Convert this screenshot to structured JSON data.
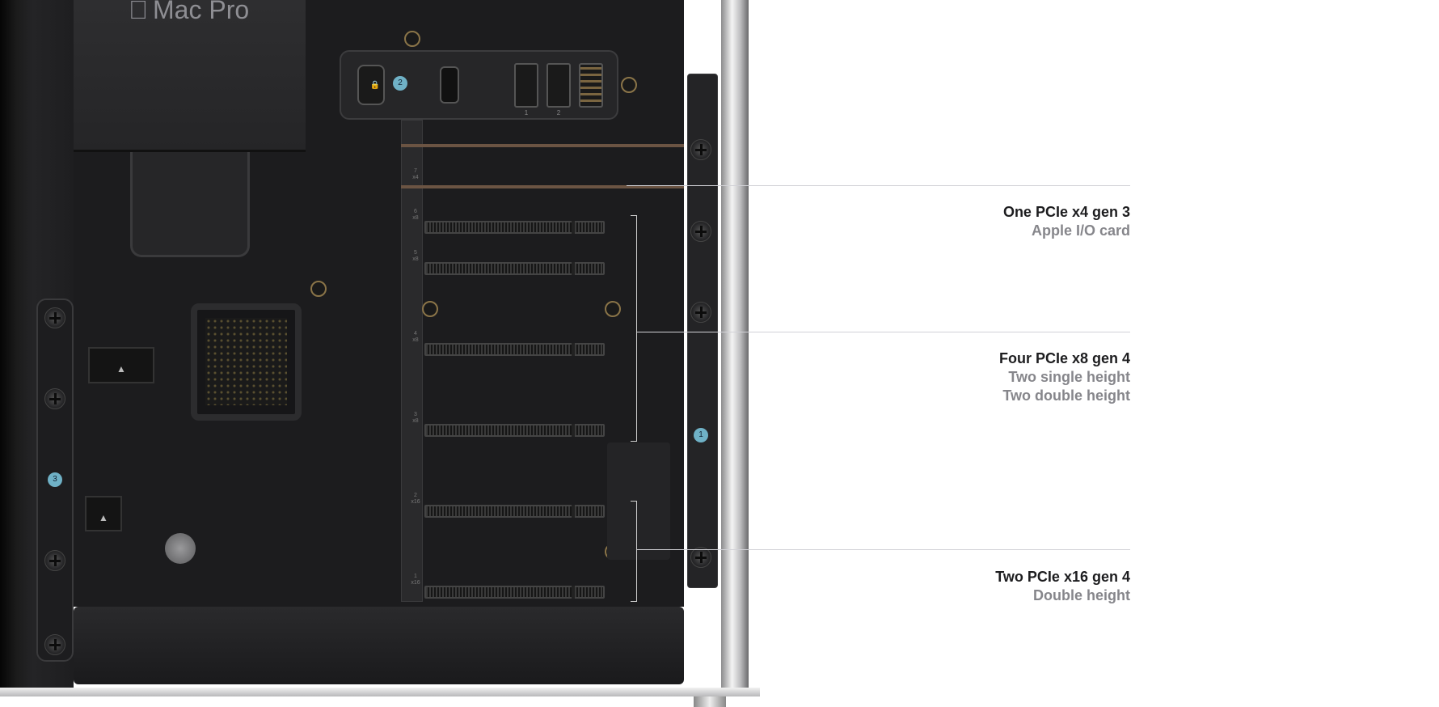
{
  "product": {
    "logo_text": "Mac Pro"
  },
  "badges": [
    "1",
    "2",
    "3"
  ],
  "io_panel": {
    "port_labels": [
      "1",
      "2"
    ]
  },
  "slots": [
    {
      "number": "7",
      "lanes": "x4"
    },
    {
      "number": "6",
      "lanes": "x8"
    },
    {
      "number": "5",
      "lanes": "x8"
    },
    {
      "number": "4",
      "lanes": "x8"
    },
    {
      "number": "3",
      "lanes": "x8"
    },
    {
      "number": "2",
      "lanes": "x16"
    },
    {
      "number": "1",
      "lanes": "x16"
    }
  ],
  "callouts": [
    {
      "title": "One PCIe x4 gen 3",
      "lines": [
        "Apple I/O card"
      ]
    },
    {
      "title": "Four PCIe x8 gen 4",
      "lines": [
        "Two single height",
        "Two double height"
      ]
    },
    {
      "title": "Two PCIe x16 gen 4",
      "lines": [
        "Double height"
      ]
    }
  ],
  "colors": {
    "badge": "#6fb1c6",
    "title": "#1d1d1f",
    "subtitle": "#86868b"
  }
}
